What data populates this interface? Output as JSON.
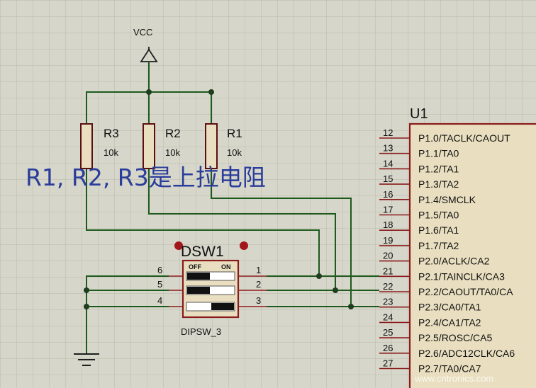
{
  "power": {
    "label": "VCC"
  },
  "resistors": [
    {
      "name": "R3",
      "value": "10k"
    },
    {
      "name": "R2",
      "value": "10k"
    },
    {
      "name": "R1",
      "value": "10k"
    }
  ],
  "annotation": "R1, R2, R3是上拉电阻",
  "dip_switch": {
    "name": "DSW1",
    "part": "DIPSW_3",
    "off_label": "OFF",
    "on_label": "ON",
    "left_pins": [
      "6",
      "5",
      "4"
    ],
    "right_pins": [
      "1",
      "2",
      "3"
    ]
  },
  "mcu": {
    "name": "U1",
    "pins": [
      {
        "num": "12",
        "label": "P1.0/TACLK/CAOUT"
      },
      {
        "num": "13",
        "label": "P1.1/TA0"
      },
      {
        "num": "14",
        "label": "P1.2/TA1"
      },
      {
        "num": "15",
        "label": "P1.3/TA2"
      },
      {
        "num": "16",
        "label": "P1.4/SMCLK"
      },
      {
        "num": "17",
        "label": "P1.5/TA0"
      },
      {
        "num": "18",
        "label": "P1.6/TA1"
      },
      {
        "num": "19",
        "label": "P1.7/TA2"
      },
      {
        "num": "20",
        "label": "P2.0/ACLK/CA2"
      },
      {
        "num": "21",
        "label": "P2.1/TAINCLK/CA3"
      },
      {
        "num": "22",
        "label": "P2.2/CAOUT/TA0/CA"
      },
      {
        "num": "23",
        "label": "P2.3/CA0/TA1"
      },
      {
        "num": "24",
        "label": "P2.4/CA1/TA2"
      },
      {
        "num": "25",
        "label": "P2.5/ROSC/CA5"
      },
      {
        "num": "26",
        "label": "P2.6/ADC12CLK/CA6"
      },
      {
        "num": "27",
        "label": "P2.7/TA0/CA7"
      }
    ]
  },
  "watermark": "www.cntronics.com"
}
